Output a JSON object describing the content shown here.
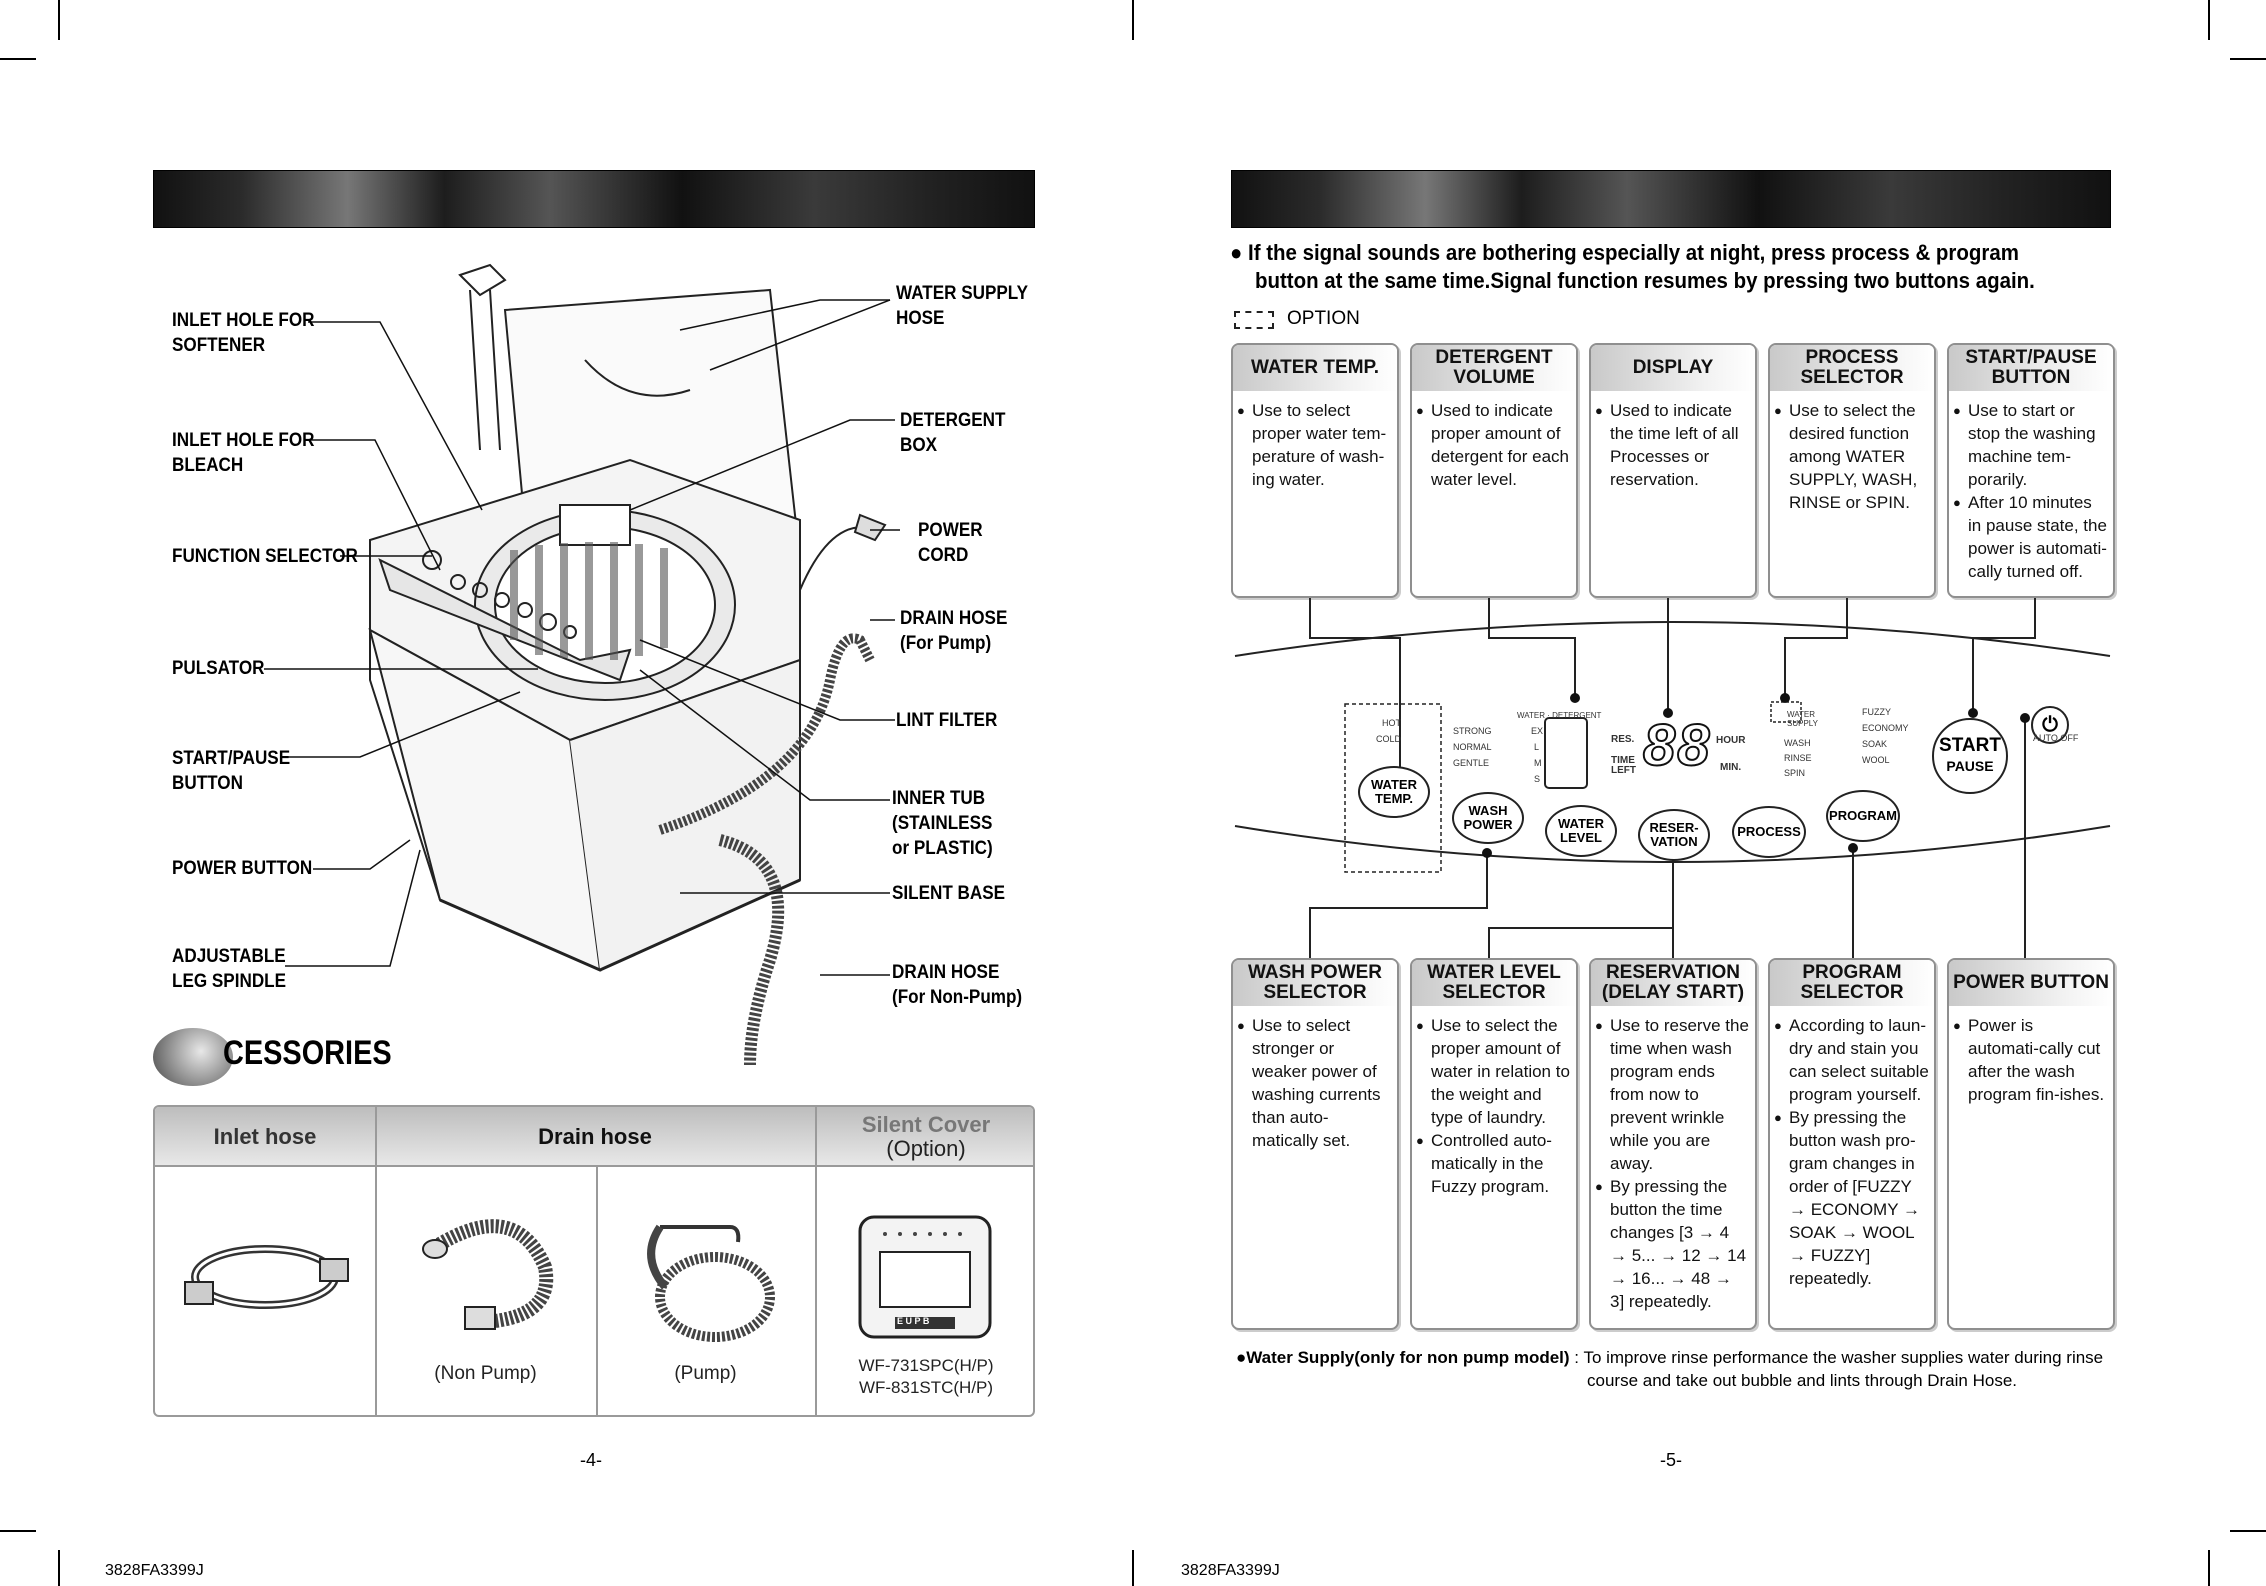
{
  "left_page": {
    "labels": {
      "inlet_softener": "INLET HOLE FOR\nSOFTENER",
      "inlet_bleach": "INLET HOLE FOR\nBLEACH",
      "function_selector": "FUNCTION SELECTOR",
      "pulsator": "PULSATOR",
      "start_pause": "START/PAUSE\nBUTTON",
      "power_button": "POWER BUTTON",
      "adjustable_leg": "ADJUSTABLE\nLEG SPINDLE",
      "water_supply_hose": "WATER SUPPLY\nHOSE",
      "detergent_box": "DETERGENT\nBOX",
      "power_cord": "POWER\nCORD",
      "drain_hose_pump": "DRAIN HOSE\n(For Pump)",
      "lint_filter": "LINT FILTER",
      "inner_tub": "INNER TUB\n(STAINLESS\n or PLASTIC)",
      "silent_base": "SILENT BASE",
      "drain_hose_nonpump": "DRAIN HOSE\n(For Non-Pump)"
    },
    "accessories_title": "CESSORIES",
    "table": {
      "h_inlet": "Inlet hose",
      "h_drain": "Drain hose",
      "h_silent": "Silent Cover",
      "h_silent_sub": "(Option)",
      "cap_nonpump": "(Non Pump)",
      "cap_pump": "(Pump)",
      "cap_models": "WF-731SPC(H/P)\nWF-831STC(H/P)",
      "cover_label": "E  U  P  B"
    },
    "page_number": "-4-",
    "doc_code": "3828FA3399J"
  },
  "right_page": {
    "signal_note_1": "● If the signal sounds are bothering especially at night, press process & program",
    "signal_note_2": "button at the same time.Signal function resumes by pressing two buttons again.",
    "option_label": "OPTION",
    "top_boxes": [
      {
        "title": "WATER TEMP.",
        "items": [
          "Use to select proper water tem-perature of wash-ing water."
        ]
      },
      {
        "title": "DETERGENT\nVOLUME",
        "items": [
          "Used to indicate proper amount of detergent for each water level."
        ]
      },
      {
        "title": "DISPLAY",
        "items": [
          "Used to indicate the time left of all Processes or reservation."
        ]
      },
      {
        "title": "PROCESS\nSELECTOR",
        "items": [
          "Use to select the desired function among WATER SUPPLY, WASH, RINSE or SPIN."
        ]
      },
      {
        "title": "START/PAUSE\nBUTTON",
        "items": [
          "Use to start or stop the washing machine tem-porarily.",
          "After 10 minutes in pause state, the power is automati-cally turned off."
        ]
      }
    ],
    "bottom_boxes": [
      {
        "title": "WASH POWER\nSELECTOR",
        "items": [
          "Use to select stronger or weaker power of washing currents than auto-matically set."
        ]
      },
      {
        "title": "WATER LEVEL\nSELECTOR",
        "items": [
          "Use to select the proper amount of water in relation to the weight and type of laundry.",
          "Controlled auto-matically in the Fuzzy program."
        ]
      },
      {
        "title": "RESERVATION\n(DELAY START)",
        "items": [
          "Use to reserve the time when wash program ends from now to prevent wrinkle while you are away.",
          "By pressing the button the time changes [3 → 4 → 5... → 12 → 14 → 16... → 48 → 3] repeatedly."
        ]
      },
      {
        "title": "PROGRAM\nSELECTOR",
        "items": [
          "According to laun-dry and stain you can select suitable program yourself.",
          "By pressing the button wash pro-gram changes in order of [FUZZY → ECONOMY → SOAK → WOOL → FUZZY] repeatedly."
        ]
      },
      {
        "title": "POWER BUTTON",
        "items": [
          "Power is automati-cally cut after the wash program fin-ishes."
        ]
      }
    ],
    "panel": {
      "water_temp": "WATER\nTEMP.",
      "hot": "HOT",
      "cold": "COLD",
      "strong": "STRONG",
      "normal": "NORMAL",
      "gentle": "GENTLE",
      "wd_header": "WATER · DETERGENT",
      "levels": [
        "EX",
        "L",
        "M",
        "S"
      ],
      "res": "RES.",
      "time_left": "TIME\nLEFT",
      "display": "88",
      "hour": "HOUR",
      "min": "MIN.",
      "process_items": [
        "WATER\nSUPPLY",
        "WASH",
        "RINSE",
        "SPIN"
      ],
      "program_items": [
        "FUZZY",
        "ECONOMY",
        "SOAK",
        "WOOL"
      ],
      "wash_power": "WASH\nPOWER",
      "water_level": "WATER\nLEVEL",
      "reservation": "RESER-\nVATION",
      "process": "PROCESS",
      "program": "PROGRAM",
      "start": "START",
      "pause": "PAUSE",
      "auto_off": "AUTO OFF",
      "power_symbol": "⏻"
    },
    "water_supply_bold": "●Water Supply(only for non pump model)",
    "water_supply_text": " : To improve rinse performance the washer supplies water during rinse",
    "water_supply_text2": "course and take out bubble and lints through Drain Hose.",
    "page_number": "-5-",
    "doc_code": "3828FA3399J"
  }
}
